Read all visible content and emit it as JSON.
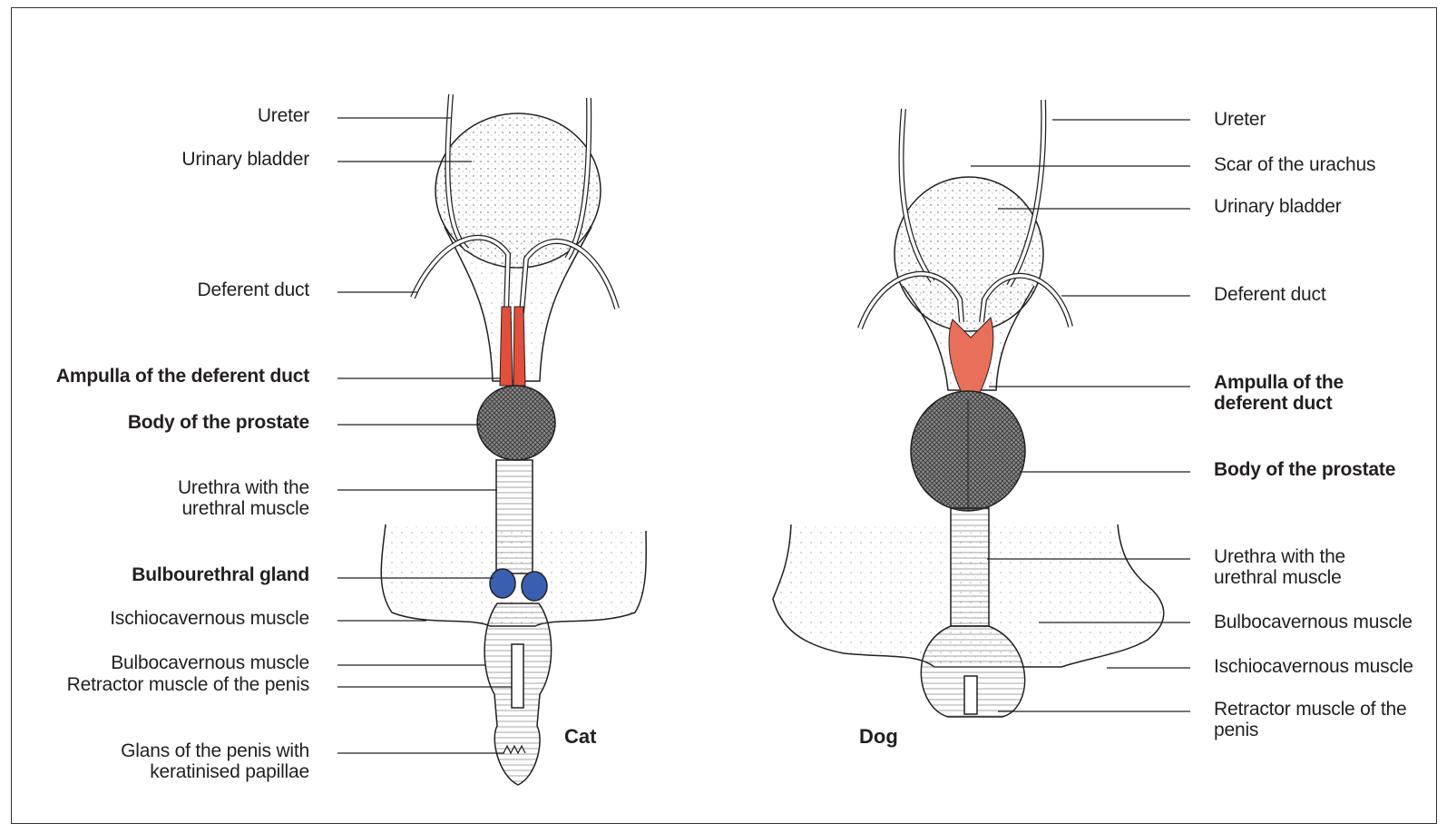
{
  "figure": {
    "colors": {
      "ampulla": "#e2503c",
      "ampulla_dog": "#e8705a",
      "bulbourethral": "#3a5fb0",
      "prostate": "#555555",
      "line": "#231f20"
    },
    "cat": {
      "title": "Cat",
      "labels": {
        "ureter": "Ureter",
        "urinary_bladder": "Urinary bladder",
        "deferent_duct": "Deferent duct",
        "ampulla": "Ampulla of the deferent duct",
        "prostate": "Body of the prostate",
        "urethra": "Urethra with the\nurethral muscle",
        "bulbourethral": "Bulbourethral gland",
        "ischiocavernous": "Ischiocavernous muscle",
        "bulbocavernous": "Bulbocavernous muscle",
        "retractor": "Retractor muscle of the penis",
        "glans": "Glans of the penis with\nkeratinised papillae"
      }
    },
    "dog": {
      "title": "Dog",
      "labels": {
        "ureter": "Ureter",
        "urachus": "Scar of the urachus",
        "urinary_bladder": "Urinary bladder",
        "deferent_duct": "Deferent duct",
        "ampulla": "Ampulla of the\ndeferent duct",
        "prostate": "Body of the prostate",
        "urethra": "Urethra with the\nurethral muscle",
        "bulbocavernous": "Bulbocavernous muscle",
        "ischiocavernous": "Ischiocavernous muscle",
        "retractor": "Retractor muscle  of the\npenis"
      }
    }
  }
}
